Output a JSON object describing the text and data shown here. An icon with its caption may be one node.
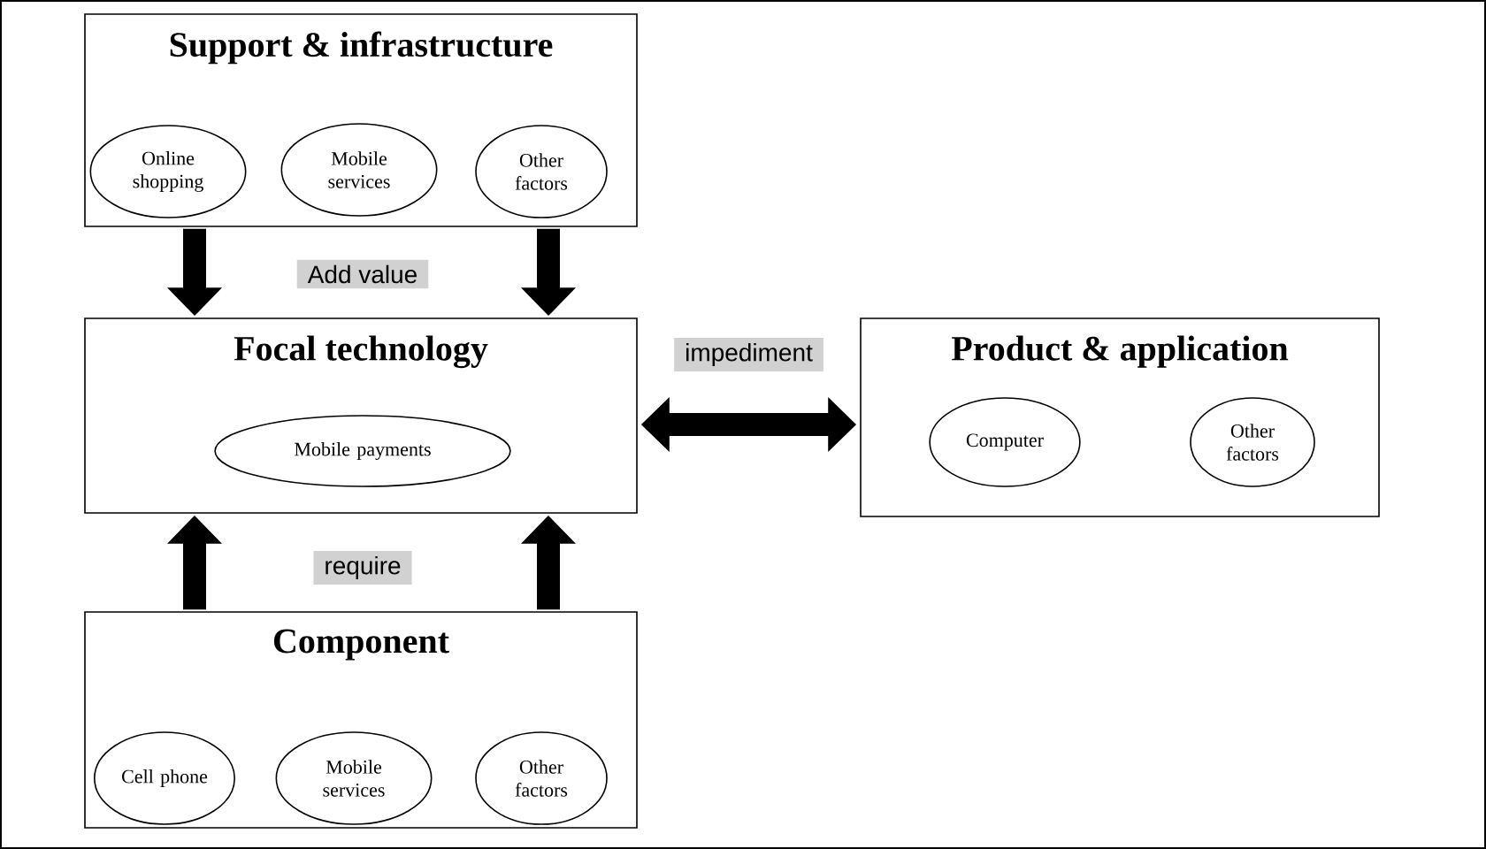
{
  "diagram": {
    "nodes": [
      {
        "text": [
          "Support & infrastructure"
        ]
      },
      {
        "text": [
          "Online shopping"
        ],
        "in": 0
      },
      {
        "text": [
          "Mobile services"
        ],
        "in": 0
      },
      {
        "text": [
          "Other factors"
        ],
        "in": 0
      },
      {
        "text": [
          "Focal technology"
        ]
      },
      {
        "text": [
          "Mobile payments"
        ],
        "in": 4
      },
      {
        "text": [
          "Product & application"
        ]
      },
      {
        "text": [
          "Computer"
        ],
        "in": 6
      },
      {
        "text": [
          "Other factors"
        ],
        "in": 6
      },
      {
        "text": [
          "Component"
        ]
      },
      {
        "text": [
          "Cell phone"
        ],
        "in": 9
      },
      {
        "text": [
          "Mobile services"
        ],
        "in": 9
      },
      {
        "text": [
          "Other factors"
        ],
        "in": 9
      }
    ],
    "edges": [
      {
        "from": 0,
        "to": 4,
        "arrow": "to"
      },
      {
        "from": 0,
        "to": 4,
        "arrow": "to"
      },
      {
        "from": 9,
        "to": 4,
        "arrow": "to"
      },
      {
        "from": 9,
        "to": 4,
        "arrow": "to"
      },
      {
        "from": 4,
        "to": 6,
        "arrow": "both",
        "label": "impediment"
      }
    ],
    "labels": [
      "Add value",
      "require"
    ]
  }
}
